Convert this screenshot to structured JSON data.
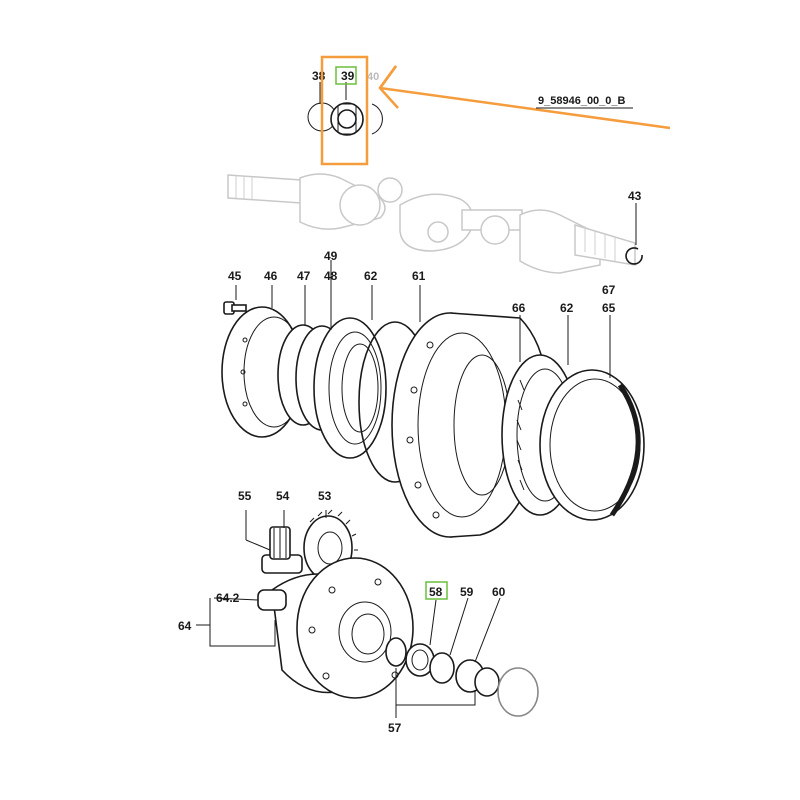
{
  "diagram": {
    "reference_code": "9_58946_00_0_B",
    "highlight_color": "#f59c3c",
    "hotspot_color": "#6abf3c",
    "labels": {
      "p38": "38",
      "p39": "39",
      "p40": "40",
      "p43": "43",
      "p45": "45",
      "p46": "46",
      "p47": "47",
      "p48": "48",
      "p49": "49",
      "p53": "53",
      "p54": "54",
      "p55": "55",
      "p57": "57",
      "p58": "58",
      "p59": "59",
      "p60": "60",
      "p61": "61",
      "p62a": "62",
      "p62b": "62",
      "p64": "64",
      "p64_2": "64.2",
      "p65": "65",
      "p66": "66",
      "p67": "67"
    },
    "highlighted_parts": [
      "39",
      "58"
    ]
  }
}
